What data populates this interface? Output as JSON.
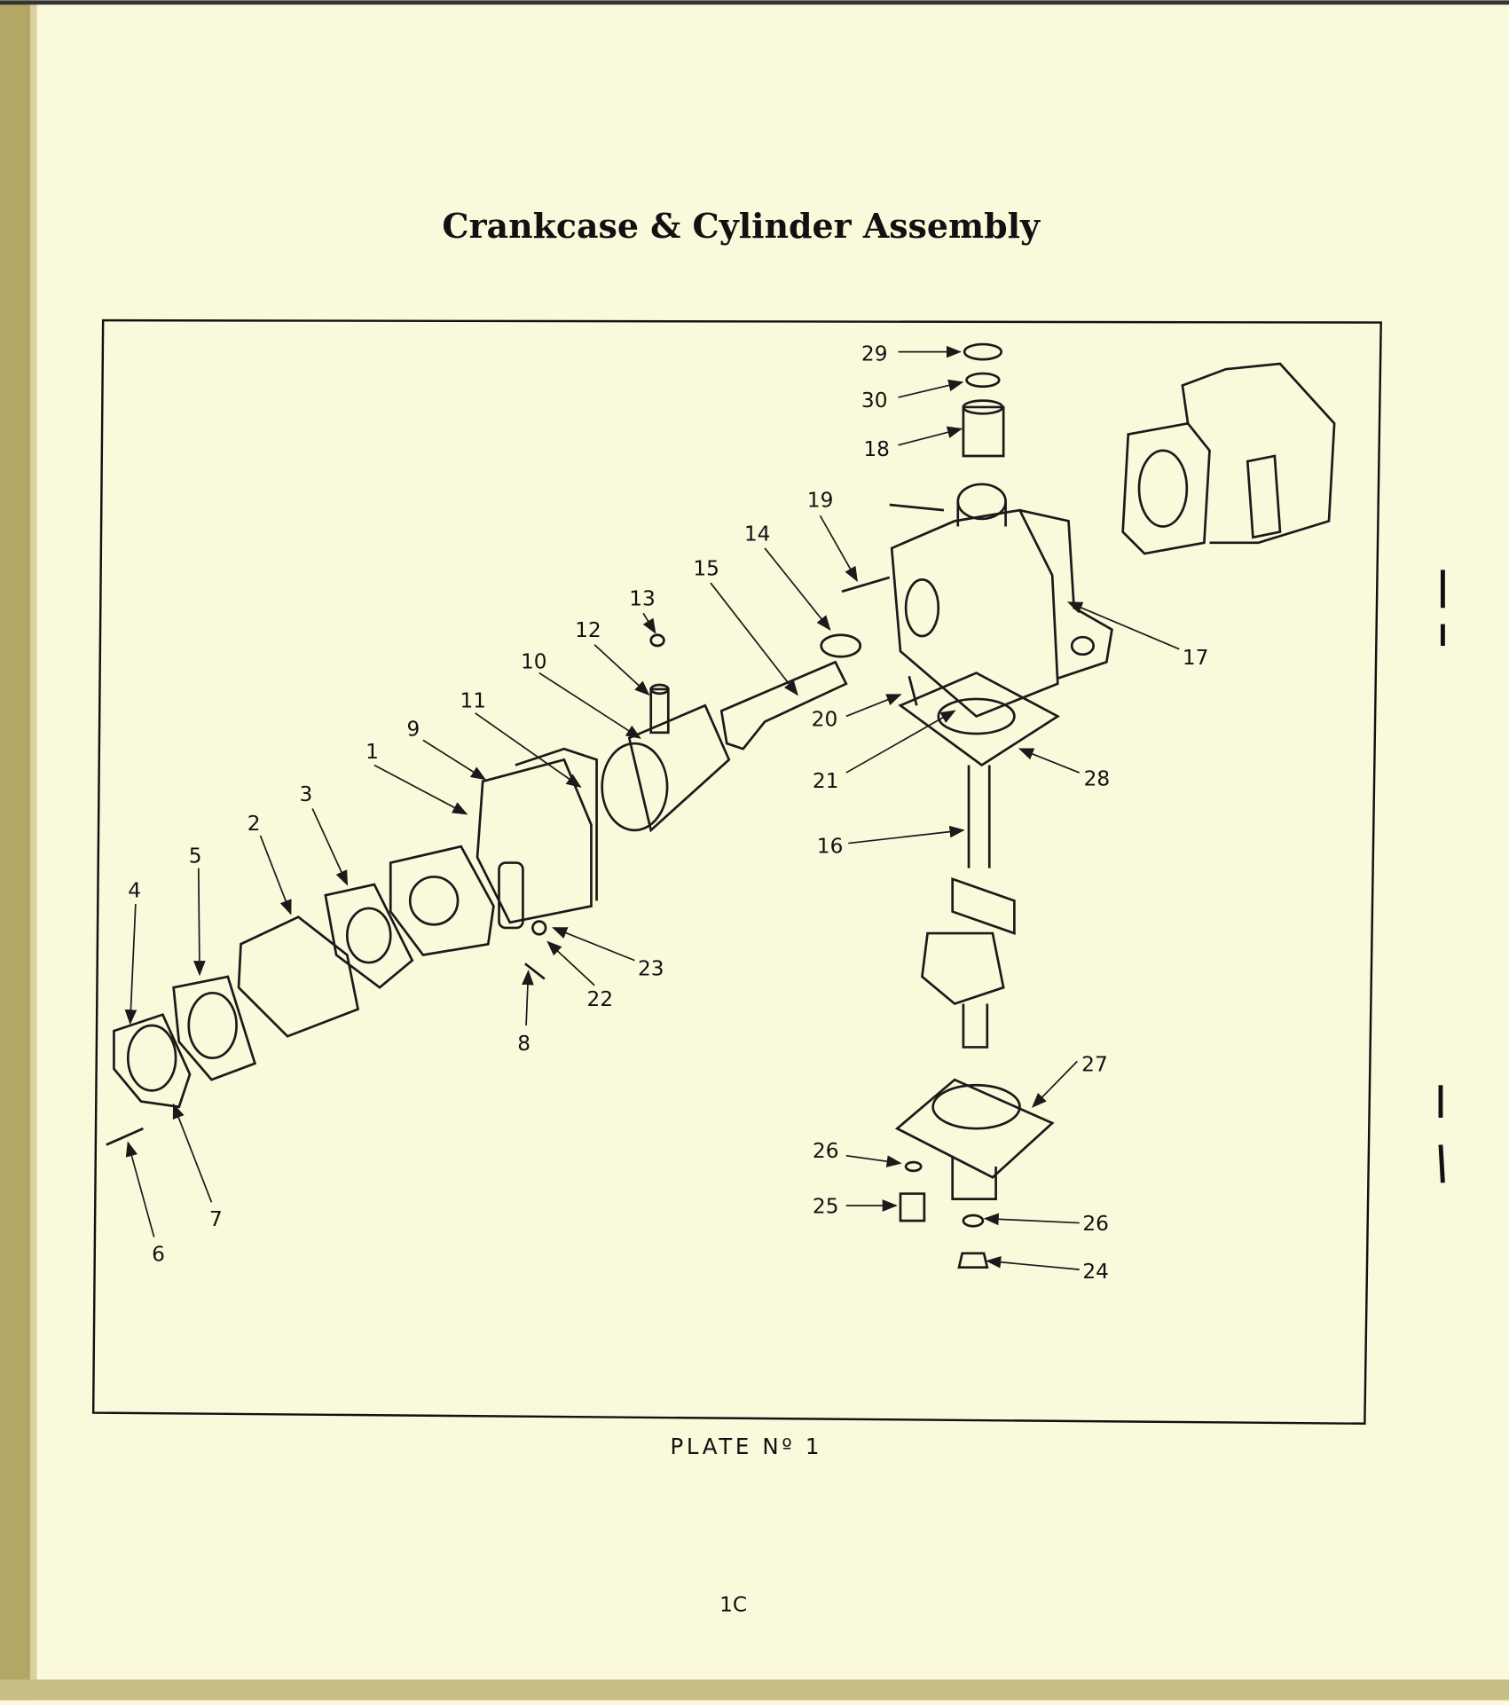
{
  "title": "Crankcase & Cylinder Assembly",
  "plate_label": "PLATE Nº 1",
  "page_number": "1C",
  "callouts": [
    "29",
    "30",
    "18",
    "19",
    "14",
    "15",
    "13",
    "12",
    "10",
    "11",
    "9",
    "1",
    "3",
    "2",
    "5",
    "4",
    "17",
    "20",
    "21",
    "28",
    "16",
    "23",
    "22",
    "8",
    "27",
    "26",
    "25",
    "26",
    "24",
    "7",
    "6"
  ],
  "colors": {
    "paper": "#fbf9dc",
    "ink": "#1a1a1a",
    "page_edge": "#b3a765"
  }
}
